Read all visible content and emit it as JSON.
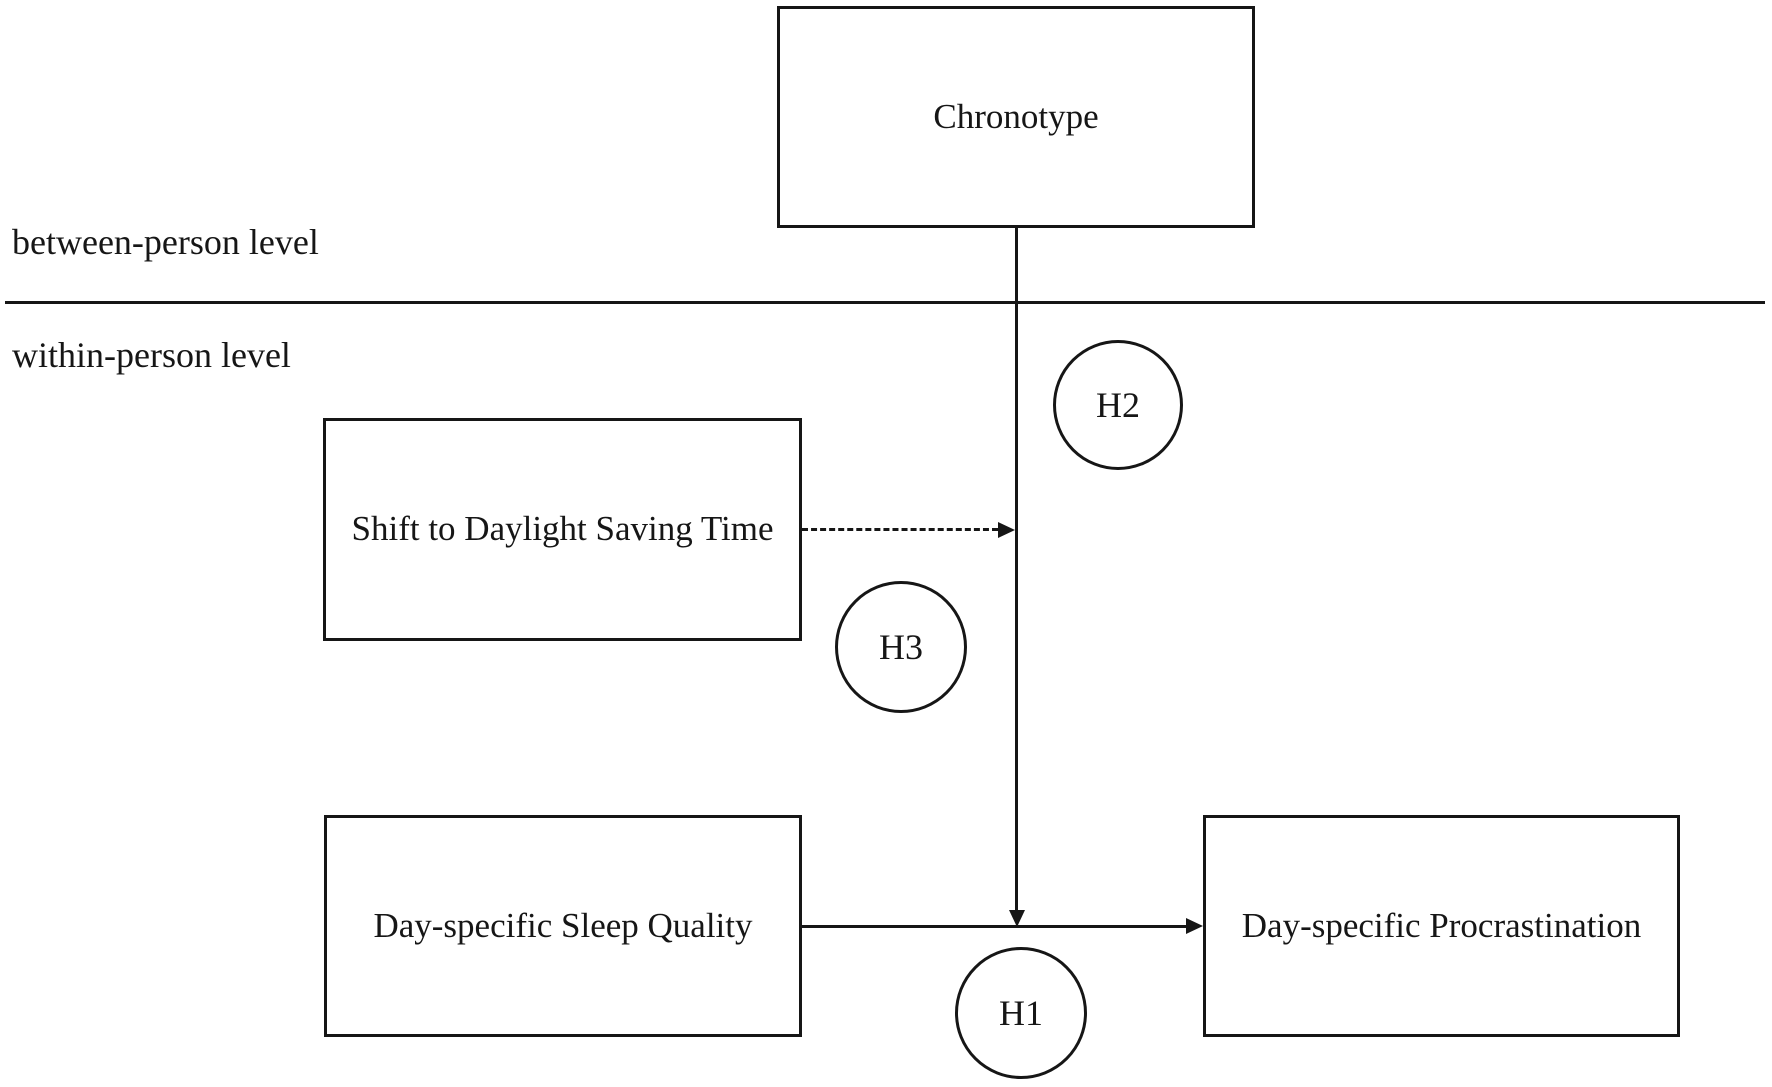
{
  "figure": {
    "type": "conceptual-model-diagram",
    "background_color": "#ffffff",
    "line_color": "#161616"
  },
  "levels": {
    "between_label": "between-person level",
    "within_label": "within-person level"
  },
  "nodes": [
    {
      "id": "chronotype",
      "label": "Chronotype",
      "level": "between-person"
    },
    {
      "id": "shift-dst",
      "label": "Shift to Daylight Saving Time",
      "level": "within-person"
    },
    {
      "id": "sleep-quality",
      "label": "Day-specific Sleep Quality",
      "level": "within-person"
    },
    {
      "id": "procrastination",
      "label": "Day-specific Procrastination",
      "level": "within-person"
    }
  ],
  "hypotheses": [
    {
      "id": "h1",
      "label": "H1"
    },
    {
      "id": "h2",
      "label": "H2"
    },
    {
      "id": "h3",
      "label": "H3"
    }
  ],
  "edges": [
    {
      "id": "h1-path",
      "from": "sleep-quality",
      "to": "procrastination",
      "style": "solid-arrow",
      "hypothesis": "H1"
    },
    {
      "id": "h2-path",
      "from": "chronotype",
      "to": "h1-path",
      "style": "solid-arrow",
      "hypothesis": "H2"
    },
    {
      "id": "h3-path",
      "from": "shift-dst",
      "to": "h2-path",
      "style": "dashed-arrow",
      "hypothesis": "H3"
    }
  ]
}
